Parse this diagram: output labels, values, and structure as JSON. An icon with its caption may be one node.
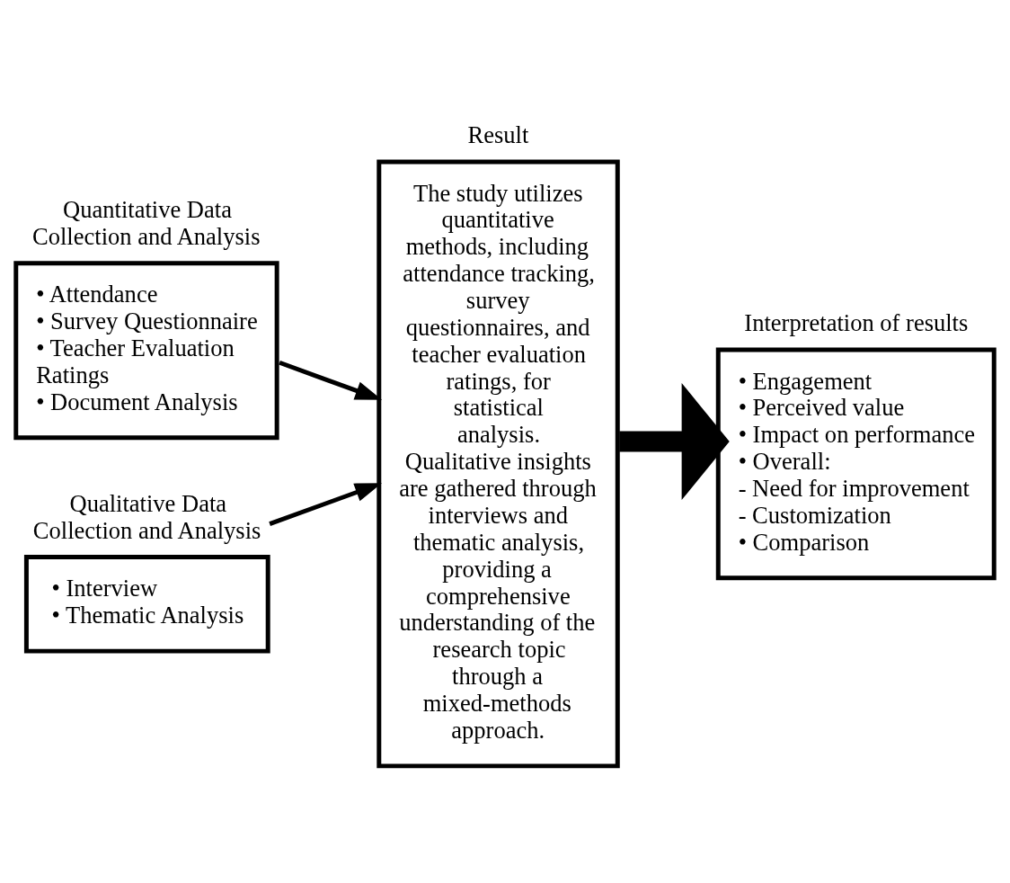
{
  "diagram": {
    "nodes": [
      {
        "text": [
          "Quantitative Data Collection and Analysis",
          "• Attendance",
          "• Survey Questionnaire",
          "• Teacher Evaluation Ratings",
          "• Document Analysis"
        ]
      },
      {
        "text": [
          "Qualitative Data Collection and Analysis",
          "• Interview",
          "• Thematic Analysis"
        ]
      },
      {
        "text": [
          "Result",
          "The study utilizes quantitative methods, including attendance tracking, survey questionnaires, and teacher evaluation ratings, for statistical analysis. Qualitative insights are gathered through interviews and thematic analysis, providing a comprehensive understanding of the research topic through a mixed-methods approach."
        ]
      },
      {
        "text": [
          "Interpretation of results",
          "• Engagement",
          "• Perceived value",
          "• Impact on performance",
          "• Overall:",
          "- Need for improvement",
          "- Customization",
          "• Comparison"
        ]
      }
    ],
    "edges": [
      {
        "from": 0,
        "to": 2,
        "arrow": "to"
      },
      {
        "from": 1,
        "to": 2,
        "arrow": "to"
      },
      {
        "from": 2,
        "to": 3,
        "arrow": "to",
        "style": "thick"
      }
    ]
  }
}
